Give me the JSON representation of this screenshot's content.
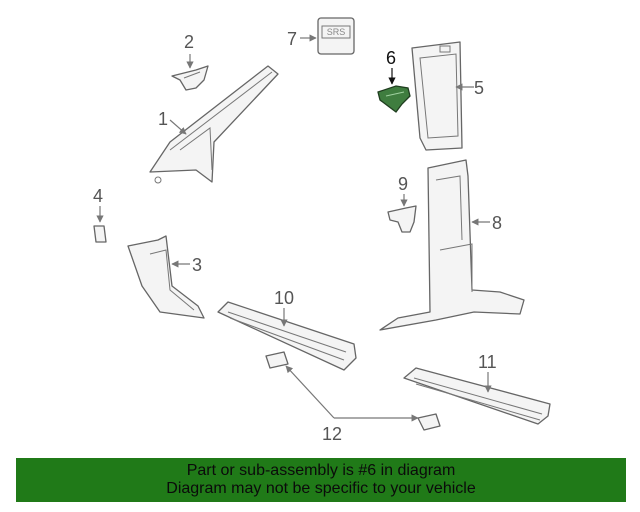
{
  "diagram": {
    "callouts": [
      "1",
      "2",
      "3",
      "4",
      "5",
      "6",
      "7",
      "8",
      "9",
      "10",
      "11",
      "12"
    ],
    "label_text": "SRS",
    "highlighted_part": "6",
    "colors": {
      "highlight": "#3f7d3f",
      "banner": "#207a18",
      "line": "#777777"
    }
  },
  "banner": {
    "line1": "Part or sub-assembly is #6 in diagram",
    "line2": "Diagram may not be specific to your vehicle"
  }
}
